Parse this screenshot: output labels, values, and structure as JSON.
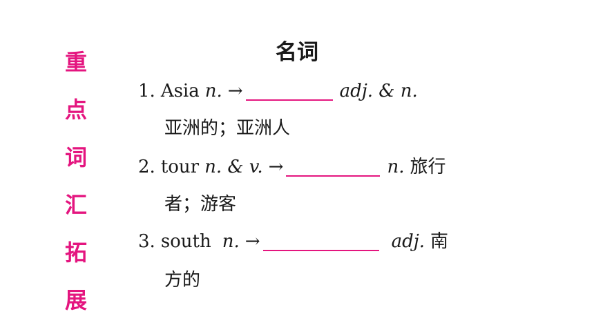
{
  "sidebar": {
    "title_chars": [
      "重",
      "点",
      "词",
      "汇",
      "拓",
      "展"
    ]
  },
  "section": {
    "heading": "名词"
  },
  "entries": [
    {
      "number": "1.",
      "word": "Asia",
      "pos": "n.",
      "arrow": "→",
      "target_pos": "adj. & n.",
      "meaning_inline": "",
      "meaning_next": "亚洲的；亚洲人"
    },
    {
      "number": "2.",
      "word": "tour",
      "pos": "n. & v.",
      "arrow": "→",
      "target_pos": "n.",
      "meaning_inline": "旅行",
      "meaning_next": "者；游客"
    },
    {
      "number": "3.",
      "word": "south",
      "pos": "n.",
      "arrow": "→",
      "target_pos": "adj.",
      "meaning_inline": "南",
      "meaning_next": "方的"
    }
  ],
  "colors": {
    "accent": "#e4157f",
    "text": "#1a1a1a"
  }
}
